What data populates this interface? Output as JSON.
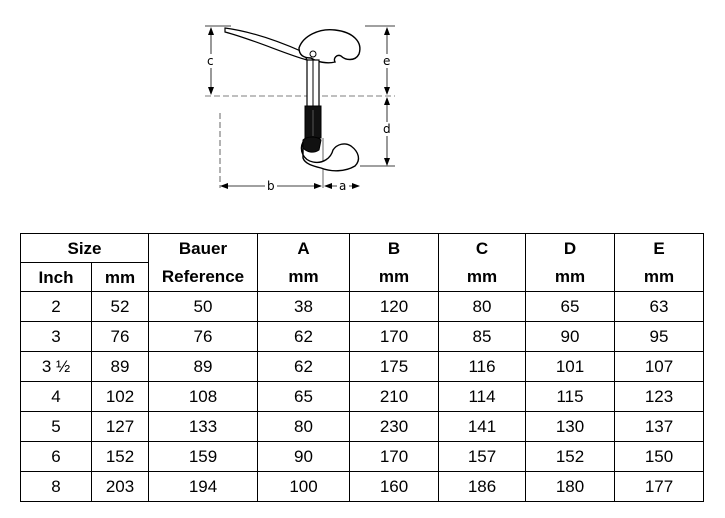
{
  "diagram": {
    "labels": {
      "a": "a",
      "b": "b",
      "c": "c",
      "d": "d",
      "e": "e"
    }
  },
  "table": {
    "header_top": {
      "size": "Size",
      "bauer": "Bauer",
      "A": "A",
      "B": "B",
      "C": "C",
      "D": "D",
      "E": "E"
    },
    "header_bottom": {
      "inch": "Inch",
      "mm_size": "mm",
      "reference": "Reference",
      "A": "mm",
      "B": "mm",
      "C": "mm",
      "D": "mm",
      "E": "mm"
    },
    "rows": [
      [
        "2",
        "52",
        "50",
        "38",
        "120",
        "80",
        "65",
        "63"
      ],
      [
        "3",
        "76",
        "76",
        "62",
        "170",
        "85",
        "90",
        "95"
      ],
      [
        "3 ½",
        "89",
        "89",
        "62",
        "175",
        "116",
        "101",
        "107"
      ],
      [
        "4",
        "102",
        "108",
        "65",
        "210",
        "114",
        "115",
        "123"
      ],
      [
        "5",
        "127",
        "133",
        "80",
        "230",
        "141",
        "130",
        "137"
      ],
      [
        "6",
        "152",
        "159",
        "90",
        "170",
        "157",
        "152",
        "150"
      ],
      [
        "8",
        "203",
        "194",
        "100",
        "160",
        "186",
        "180",
        "177"
      ]
    ]
  }
}
